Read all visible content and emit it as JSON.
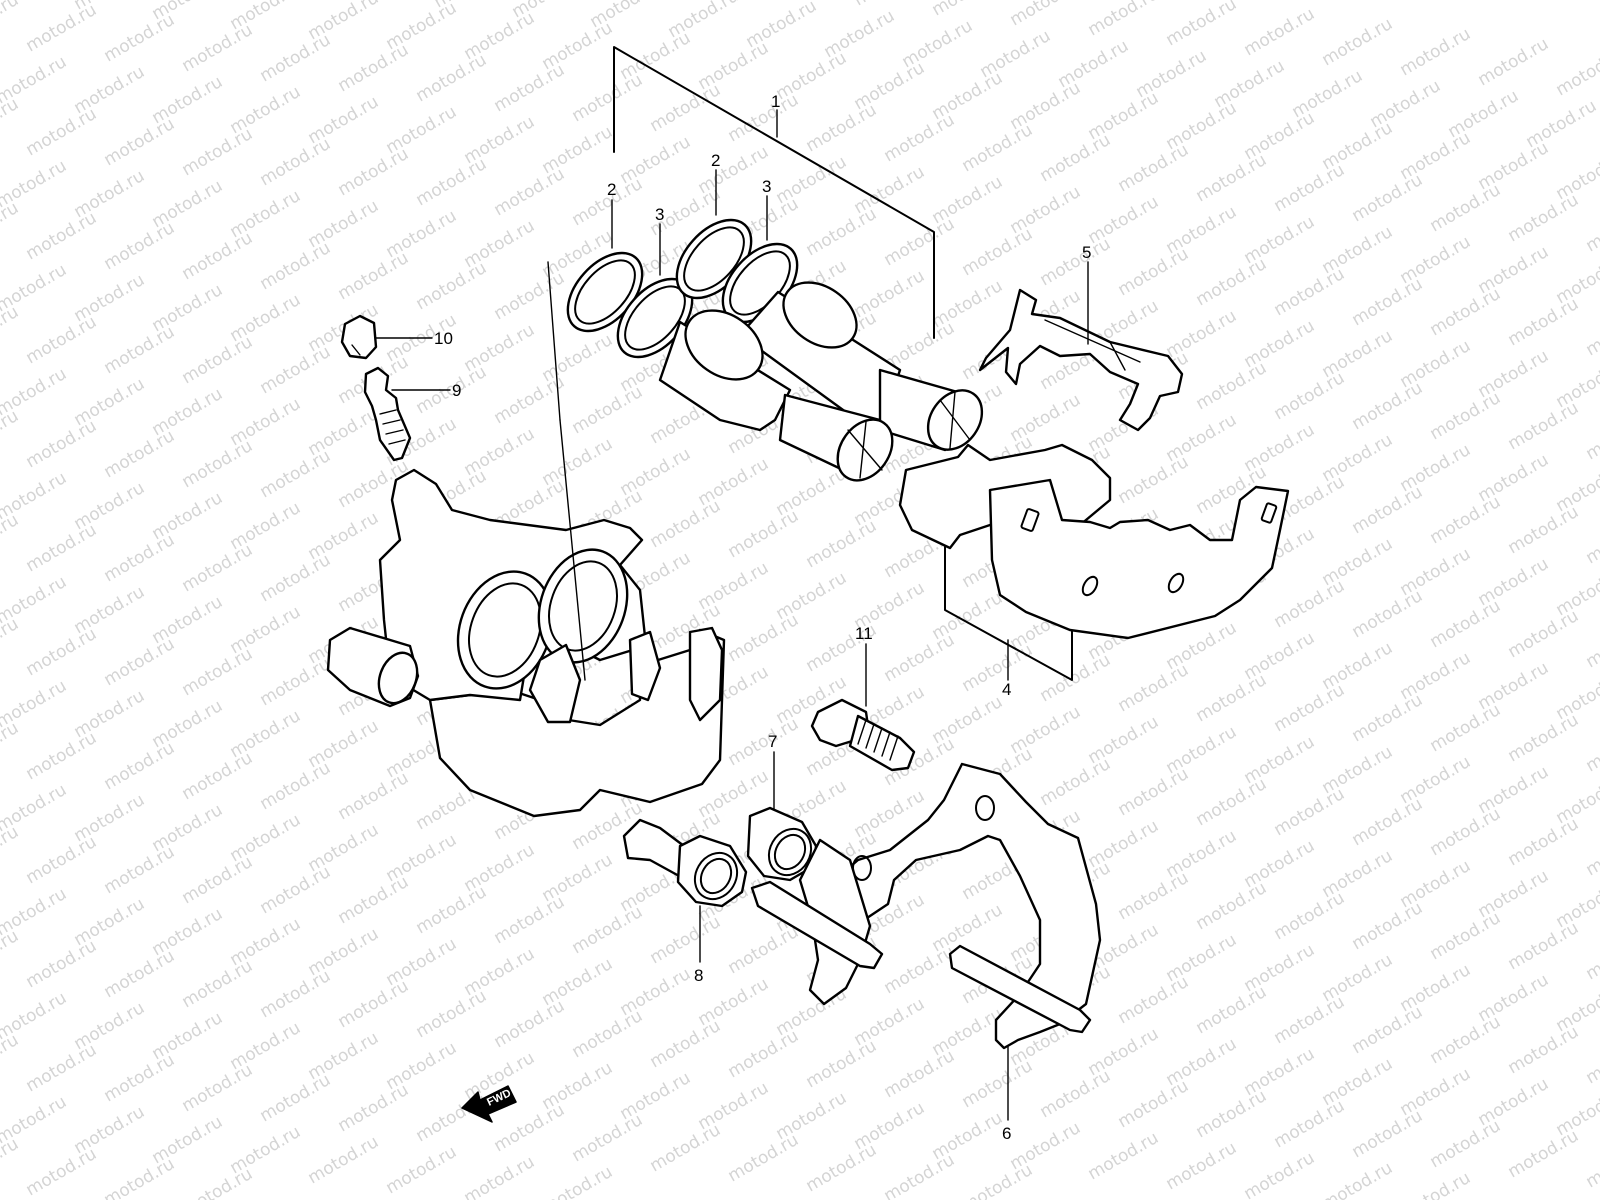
{
  "diagram": {
    "watermark": "motod.ru",
    "fwd_label": "FWD",
    "callouts": {
      "c1": "1",
      "c2a": "2",
      "c2b": "2",
      "c3a": "3",
      "c3b": "3",
      "c4": "4",
      "c5": "5",
      "c6": "6",
      "c7": "7",
      "c8": "8",
      "c9": "9",
      "c10": "10",
      "c11": "11"
    }
  }
}
